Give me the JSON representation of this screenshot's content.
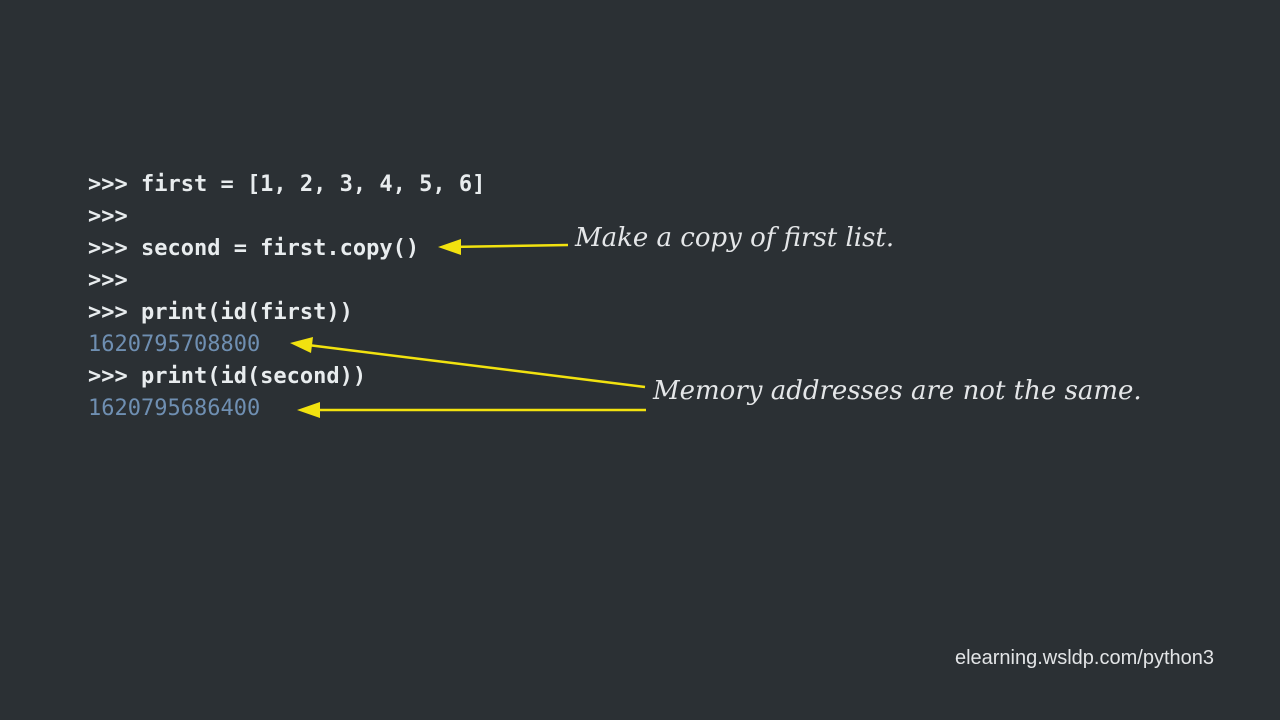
{
  "terminal": {
    "lines": [
      {
        "kind": "input",
        "text": ">>> first = [1, 2, 3, 4, 5, 6]"
      },
      {
        "kind": "input",
        "text": ">>>"
      },
      {
        "kind": "input",
        "text": ">>> second = first.copy()"
      },
      {
        "kind": "input",
        "text": ">>>"
      },
      {
        "kind": "input",
        "text": ">>> print(id(first))"
      },
      {
        "kind": "output",
        "text": "1620795708800"
      },
      {
        "kind": "input",
        "text": ">>> print(id(second))"
      },
      {
        "kind": "output",
        "text": "1620795686400"
      }
    ]
  },
  "annotations": {
    "copy": "Make a copy of first list.",
    "memory": "Memory addresses are not the same."
  },
  "footer": {
    "url": "elearning.wsldp.com/python3"
  },
  "colors": {
    "background": "#2b3034",
    "code_text": "#e8ecee",
    "output_text": "#6f8fb2",
    "arrow": "#f2e20f"
  }
}
